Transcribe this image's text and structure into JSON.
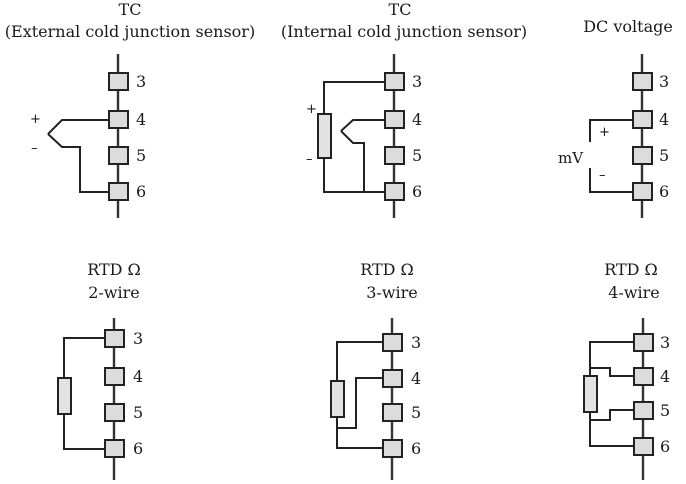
{
  "panels": {
    "tc_external": {
      "title_line1": "TC",
      "title_line2": "(External cold junction sensor)",
      "plus": "+",
      "minus": "–"
    },
    "tc_internal": {
      "title_line1": "TC",
      "title_line2": "(Internal cold junction sensor)",
      "plus": "+",
      "minus": "–"
    },
    "dc_voltage": {
      "title_line1": "DC voltage",
      "unit_label": "mV",
      "plus": "+",
      "minus": "–"
    },
    "rtd_2wire": {
      "title_line1": "RTD    Ω",
      "title_line2": "2-wire"
    },
    "rtd_3wire": {
      "title_line1": "RTD    Ω",
      "title_line2": "3-wire"
    },
    "rtd_4wire": {
      "title_line1": "RTD    Ω",
      "title_line2": "4-wire"
    }
  },
  "terminal_numbers": [
    "3",
    "4",
    "5",
    "6"
  ]
}
